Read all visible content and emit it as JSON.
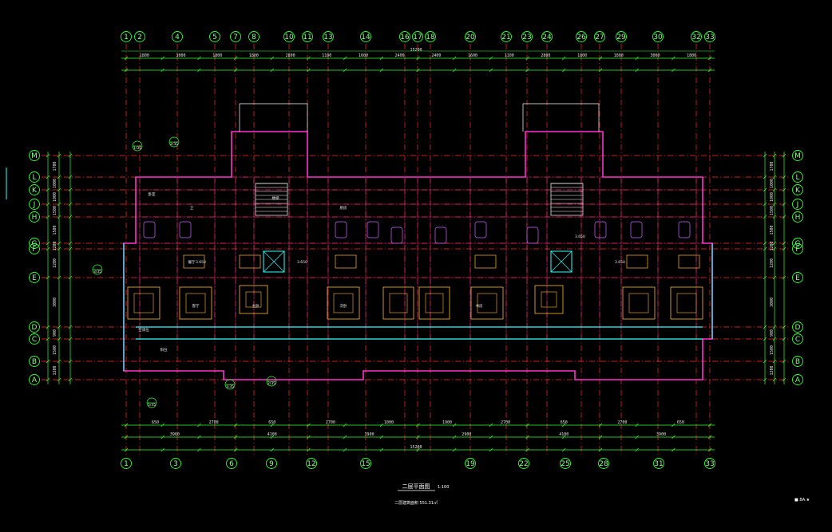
{
  "drawing": {
    "title": "二层平面图",
    "scale": "1:100",
    "area_note": "二层建筑面积 551.31㎡",
    "corner_tag": "■ BA.★",
    "colors": {
      "background": "#000000",
      "grid_line": "#ff3030",
      "axis_bubble": "#33ff33",
      "dimension": "#33ff33",
      "wall": "#ff33cc",
      "window": "#33ffff",
      "fixture": "#cc66ff",
      "furniture": "#ffb833",
      "text": "#ffffff"
    }
  },
  "top_axes": [
    "1",
    "2",
    "4",
    "5",
    "7",
    "8",
    "10",
    "11",
    "13",
    "14",
    "16",
    "17",
    "18",
    "20",
    "21",
    "23",
    "24",
    "26",
    "27",
    "29",
    "30",
    "32",
    "33"
  ],
  "bottom_axes": [
    "1",
    "3",
    "6",
    "9",
    "12",
    "15",
    "19",
    "22",
    "25",
    "28",
    "31",
    "33"
  ],
  "row_axes": [
    "M",
    "L",
    "K",
    "J",
    "H",
    "G",
    "F",
    "E",
    "D",
    "C",
    "B",
    "A"
  ],
  "top_overall": "15200",
  "bottom_overall": "15200",
  "top_dims": [
    "1800",
    "3000",
    "1800",
    "1800",
    "2800",
    "1100",
    "1600",
    "2400",
    "2400",
    "1600",
    "1100",
    "2800",
    "1800",
    "1800",
    "3000",
    "1800"
  ],
  "bottom_dims_row1": [
    "650",
    "2700",
    "650",
    "2700",
    "1000",
    "1900",
    "2700",
    "650",
    "2700",
    "650"
  ],
  "bottom_dims_row2": [
    "3900",
    "4100",
    "3900",
    "2900",
    "4100",
    "3900"
  ],
  "left_dims": [
    "1700",
    "1000",
    "1000",
    "1500",
    "1500",
    "1200",
    "1200",
    "3000",
    "900",
    "1500",
    "1200"
  ],
  "right_dims": [
    "1700",
    "1000",
    "1000",
    "1500",
    "1500",
    "1200",
    "1200",
    "3000",
    "900",
    "1500",
    "1200"
  ],
  "room_labels": [
    "卧室",
    "卫",
    "厨房",
    "餐厅",
    "客厅",
    "阳台",
    "楼梯",
    "主卧",
    "次卧",
    "书房",
    "空调位"
  ],
  "elevation_marks": [
    "3.650",
    "3.650",
    "3.650",
    "3.650"
  ],
  "section_tags": [
    "1/35",
    "2/35",
    "3/35",
    "5/35"
  ]
}
